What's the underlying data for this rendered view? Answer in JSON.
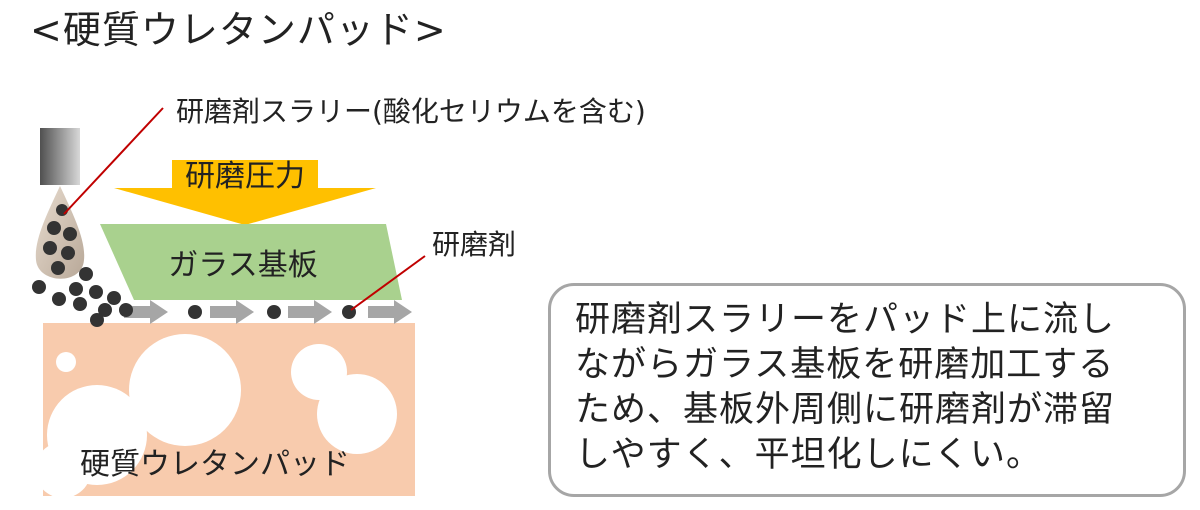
{
  "title": "<硬質ウレタンパッド>",
  "labels": {
    "slurry": "研磨剤スラリー(酸化セリウムを含む)",
    "pressure": "研磨圧力",
    "glass": "ガラス基板",
    "abrasive": "研磨剤",
    "pad": "硬質ウレタンパッド"
  },
  "note": "研磨剤スラリーをパッド上に流し\nながらガラス基板を研磨加工する\nため、基板外周側に研磨剤が滞留\nしやすく、平坦化しにくい。",
  "colors": {
    "pad": "#f8cbad",
    "glass": "#a9d18e",
    "pressure_arrow": "#ffc000",
    "flow_arrows": "#a6a6a6",
    "particles": "#333333",
    "leader_lines": "#c00000",
    "nozzle_gradient": [
      "#505050",
      "#d8d8d8"
    ],
    "note_border": "#a6a6a6"
  }
}
